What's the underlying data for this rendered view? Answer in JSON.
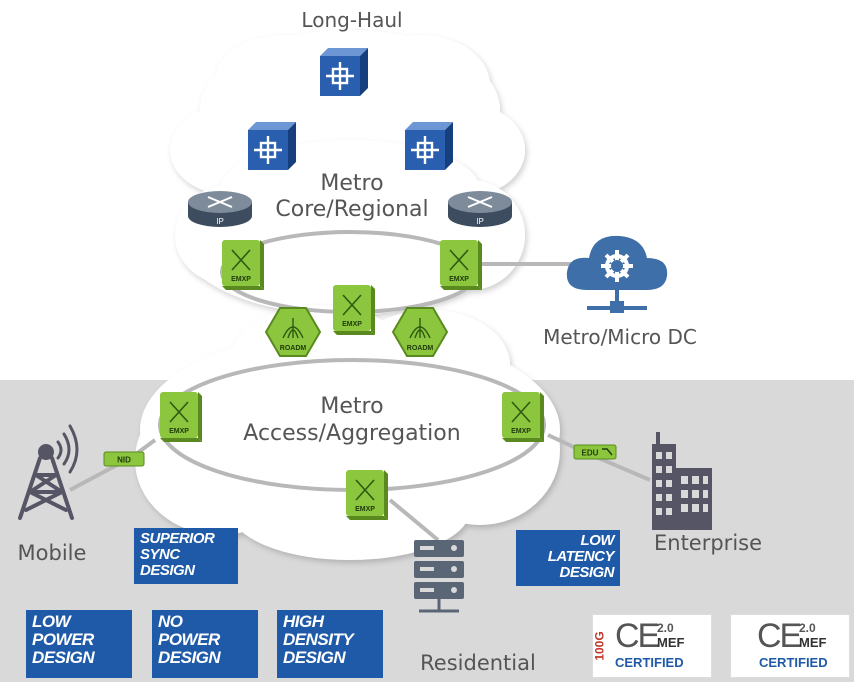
{
  "labels": {
    "long_haul": "Long-Haul",
    "metro_core_line1": "Metro",
    "metro_core_line2": "Core/Regional",
    "metro_access_line1": "Metro",
    "metro_access_line2": "Access/Aggregation",
    "metro_micro_dc": "Metro/Micro DC",
    "mobile": "Mobile",
    "enterprise": "Enterprise",
    "residential": "Residential"
  },
  "device_tags": {
    "emxp": "EMXP",
    "roadm": "ROADM",
    "ip": "IP",
    "nid": "NID",
    "edu": "EDU"
  },
  "badges": {
    "superior_sync": [
      "SUPERIOR",
      "SYNC",
      "DESIGN"
    ],
    "low_latency": [
      "LOW",
      "LATENCY",
      "DESIGN"
    ],
    "low_power": [
      "LOW",
      "POWER",
      "DESIGN"
    ],
    "no_power": [
      "NO",
      "POWER",
      "DESIGN"
    ],
    "high_density": [
      "HIGH",
      "DENSITY",
      "DESIGN"
    ]
  },
  "certs": {
    "ce_left_mark": "CE",
    "ce_left_ver": "2.0",
    "ce_left_org": "MEF",
    "ce_left_text": "CERTIFIED",
    "ce_left_side": "100G",
    "ce_right_mark": "CE",
    "ce_right_ver": "2.0",
    "ce_right_org": "MEF",
    "ce_right_text": "CERTIFIED"
  },
  "colors": {
    "green": "#8cc63f",
    "blue": "#1f5aa8",
    "gray_band": "#d9d9d9",
    "text": "#555555"
  }
}
